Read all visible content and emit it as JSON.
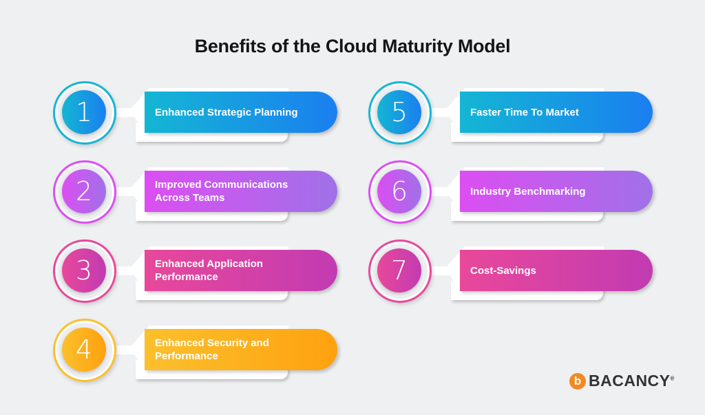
{
  "title": "Benefits of the Cloud Maturity Model",
  "items": [
    {
      "number": "1",
      "label": "Enhanced Strategic Planning",
      "color": "#1a7ff0"
    },
    {
      "number": "2",
      "label": "Improved Communications Across Teams",
      "color": "#b86cea"
    },
    {
      "number": "3",
      "label": "Enhanced Application Performance",
      "color": "#d8409e"
    },
    {
      "number": "4",
      "label": "Enhanced Security and Performance",
      "color": "#ffa10f"
    },
    {
      "number": "5",
      "label": "Faster Time To Market",
      "color": "#1a7ff0"
    },
    {
      "number": "6",
      "label": "Industry Benchmarking",
      "color": "#b86cea"
    },
    {
      "number": "7",
      "label": "Cost-Savings",
      "color": "#d8409e"
    }
  ],
  "brand": {
    "name": "BACANCY",
    "mark": "b",
    "registered": "®",
    "color": "#f08a24"
  }
}
